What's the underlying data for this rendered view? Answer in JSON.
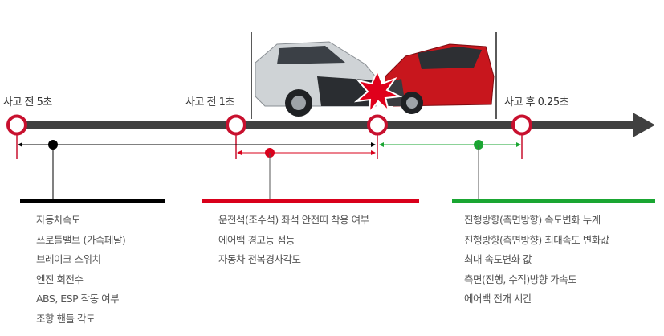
{
  "colors": {
    "timeline": "#404040",
    "marker_ring": "#c8102e",
    "black_group": "#000000",
    "red_group": "#d9001b",
    "green_group": "#1aa632"
  },
  "events": [
    {
      "label": "사고 전 5초"
    },
    {
      "label": "사고 전 1초"
    },
    {
      "label": "사고 후 0.25초"
    }
  ],
  "crash_image": {
    "icon": "car-crash-photo"
  },
  "groups": [
    {
      "items": [
        "자동차속도",
        "쓰로틀밸브 (가속페달)",
        "브레이크 스위치",
        "엔진 회전수",
        "ABS, ESP 작동 여부",
        "조향 핸들 각도"
      ]
    },
    {
      "items": [
        "운전석(조수석) 좌석 안전띠 착용 여부",
        "에어백 경고등 점등",
        "자동차 전복경사각도"
      ]
    },
    {
      "items": [
        "진행방향(측면방향) 속도변화 누계",
        "진행방향(측면방향) 최대속도 변화값",
        "최대 속도변화 값",
        "측면(진행, 수직)방향 가속도",
        "에어백 전개 시간"
      ]
    }
  ]
}
